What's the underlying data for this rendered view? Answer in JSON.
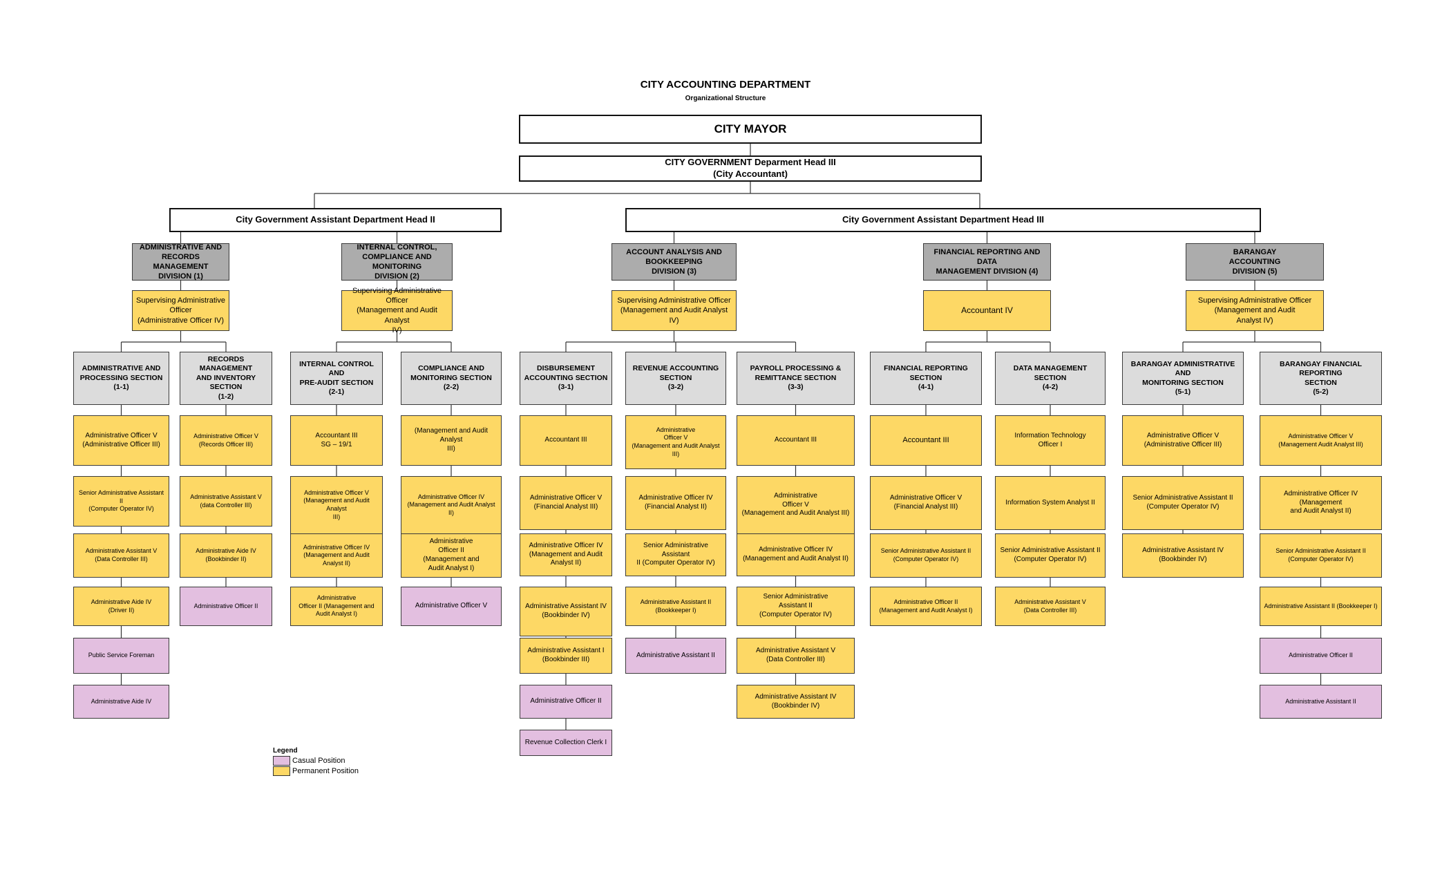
{
  "title": "CITY ACCOUNTING DEPARTMENT",
  "subtitle": "Organizational Structure",
  "colors": {
    "casual": "#e3bfe0",
    "permanent": "#fdd865",
    "division": "#acacac",
    "section": "#dcdcdc"
  },
  "legend": {
    "title": "Legend",
    "casual": "Casual Position",
    "permanent": "Permanent Position"
  },
  "nodes": {
    "mayor": "CITY MAYOR",
    "head": "CITY GOVERNMENT Deparment Head III\n(City Accountant)",
    "asst_left": "City Government Assistant Department Head II",
    "asst_right": "City Government Assistant Department Head III",
    "div1": "ADMINISTRATIVE AND\nRECORDS MANAGEMENT\nDIVISION (1)",
    "div2": "INTERNAL CONTROL,\nCOMPLIANCE AND MONITORING\nDIVISION (2)",
    "div3": "ACCOUNT ANALYSIS AND\nBOOKKEEPING\nDIVISION (3)",
    "div4": "FINANCIAL REPORTING AND DATA\nMANAGEMENT DIVISION (4)",
    "div5": "BARANGAY\nACCOUNTING\nDIVISION (5)",
    "div1_head": "Supervising Administrative\nOfficer\n(Administrative Officer IV)",
    "div2_head": "Supervising Administrative\nOfficer\n(Management and Audit Analyst\nIV)",
    "div3_head": "Supervising Administrative Officer\n(Management and Audit Analyst IV)",
    "div4_head": "Accountant IV",
    "div5_head": "Supervising Administrative Officer\n(Management and Audit\nAnalyst IV)",
    "s11": "ADMINISTRATIVE AND\nPROCESSING SECTION\n(1-1)",
    "s12": "RECORDS MANAGEMENT\nAND INVENTORY SECTION\n(1-2)",
    "s21": "INTERNAL CONTROL AND\nPRE-AUDIT SECTION\n(2-1)",
    "s22": "COMPLIANCE AND\nMONITORING SECTION\n(2-2)",
    "s31": "DISBURSEMENT\nACCOUNTING SECTION\n(3-1)",
    "s32": "REVENUE ACCOUNTING\nSECTION\n(3-2)",
    "s33": "PAYROLL PROCESSING &\nREMITTANCE SECTION\n(3-3)",
    "s41": "FINANCIAL REPORTING SECTION\n(4-1)",
    "s42": "DATA MANAGEMENT SECTION\n(4-2)",
    "s51": "BARANGAY ADMINISTRATIVE AND\nMONITORING SECTION\n(5-1)",
    "s52": "BARANGAY FINANCIAL REPORTING\nSECTION\n(5-2)",
    "c11a": "Administrative Officer V\n(Administrative Officer III)",
    "c11b": "Senior Administrative Assistant II\n(Computer Operator IV)",
    "c11c": "Administrative Assistant V\n(Data Controller III)",
    "c11d": "Administrative Aide IV\n(Driver II)",
    "c11e": "Public Service Foreman",
    "c11f": "Administrative Aide IV",
    "c12a": "Administrative Officer V\n(Records Officer III)",
    "c12b": "Administrative Assistant V\n(data Controller III)",
    "c12c": "Administrative Aide IV\n(Bookbinder II)",
    "c12d": "Administrative Officer II",
    "c21a": "Accountant III\nSG – 19/1",
    "c21b": "Administrative Officer V\n(Management and Audit Analyst\nIII)",
    "c21c": "Administrative Officer IV\n(Management and Audit\nAnalyst II)",
    "c21d": "Administrative\nOfficer II (Management and\nAudit Analyst I)",
    "c22a": "(Management and Audit Analyst\nIII)",
    "c22b": "Administrative Officer IV\n(Management and Audit Analyst II)",
    "c22c": "Administrative\nOfficer II\n(Management and\nAudit Analyst I)",
    "c22d": "Administrative Officer V",
    "c31a": "Accountant III",
    "c31b": "Administrative Officer V\n(Financial Analyst III)",
    "c31c": "Administrative Officer IV\n(Management and Audit\nAnalyst II)",
    "c31d": "Administrative Assistant IV\n(Bookbinder IV)",
    "c31e": "Administrative Assistant I\n(Bookbinder III)",
    "c31f": "Administrative Officer II",
    "c31g": "Revenue Collection Clerk I",
    "c32a": "Administrative\nOfficer V\n(Management and Audit Analyst III)",
    "c32b": "Administrative Officer IV\n(Financial Analyst II)",
    "c32c": "Senior Administrative Assistant\nII (Computer Operator IV)",
    "c32d": "Administrative Assistant II\n(Bookkeeper I)",
    "c32e": "Administrative Assistant II",
    "c33a": "Accountant III",
    "c33b": "Administrative\nOfficer V\n(Management and Audit Analyst III)",
    "c33c": "Administrative Officer IV\n(Management and Audit Analyst II)",
    "c33d": "Senior Administrative\nAssistant II\n(Computer Operator IV)",
    "c33e": "Administrative Assistant V\n(Data Controller III)",
    "c33f": "Administrative Assistant IV\n(Bookbinder IV)",
    "c41a": "Accountant III",
    "c41b": "Administrative Officer V\n(Financial Analyst III)",
    "c41c": "Senior Administrative Assistant II\n(Computer Operator IV)",
    "c41d": "Administrative Officer II\n(Management and Audit Analyst I)",
    "c42a": "Information Technology\nOfficer I",
    "c42b": "Information System Analyst  II",
    "c42c": "Senior Administrative Assistant II\n(Computer Operator IV)",
    "c42d": "Administrative Assistant V\n(Data Controller III)",
    "c51a": "Administrative Officer V\n(Administrative Officer III)",
    "c51b": "Senior Administrative Assistant II\n(Computer Operator IV)",
    "c51c": "Administrative Assistant IV\n(Bookbinder IV)",
    "c52a": "Administrative Officer V\n(Management Audit Analyst III)",
    "c52b": "Administrative Officer IV (Management\nand Audit Analyst II)",
    "c52c": "Senior Administrative Assistant II\n(Computer Operator IV)",
    "c52d": "Administrative Assistant II (Bookkeeper I)",
    "c52e": "Administrative Officer II",
    "c52f": "Administrative Assistant II"
  }
}
